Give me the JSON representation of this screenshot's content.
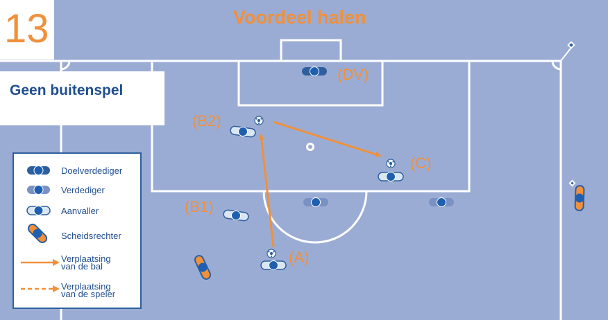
{
  "figure_number": "13",
  "title": "Voordeel halen",
  "subtitle": "Geen buitenspel",
  "legend": {
    "goalkeeper": "Doelverdediger",
    "defender": "Verdediger",
    "attacker": "Aanvaller",
    "referee": "Scheidsrechter",
    "ball_line1": "Verplaatsing",
    "ball_line2": "van de bal",
    "player_line1": "Verplaatsing",
    "player_line2": "van de speler"
  },
  "labels": {
    "dv": "(DV)",
    "b2": "(B2)",
    "b1": "(B1)",
    "a": "(A)",
    "c": "(C)"
  },
  "colors": {
    "pitch": "#9bacd4",
    "lines": "#ffffff",
    "accent": "#f0903a",
    "text_blue": "#1f4e8f",
    "player_dark": "#2d5f9e",
    "attacker_body": "#dbe6f5",
    "player_dot": "#1f5fb0"
  }
}
